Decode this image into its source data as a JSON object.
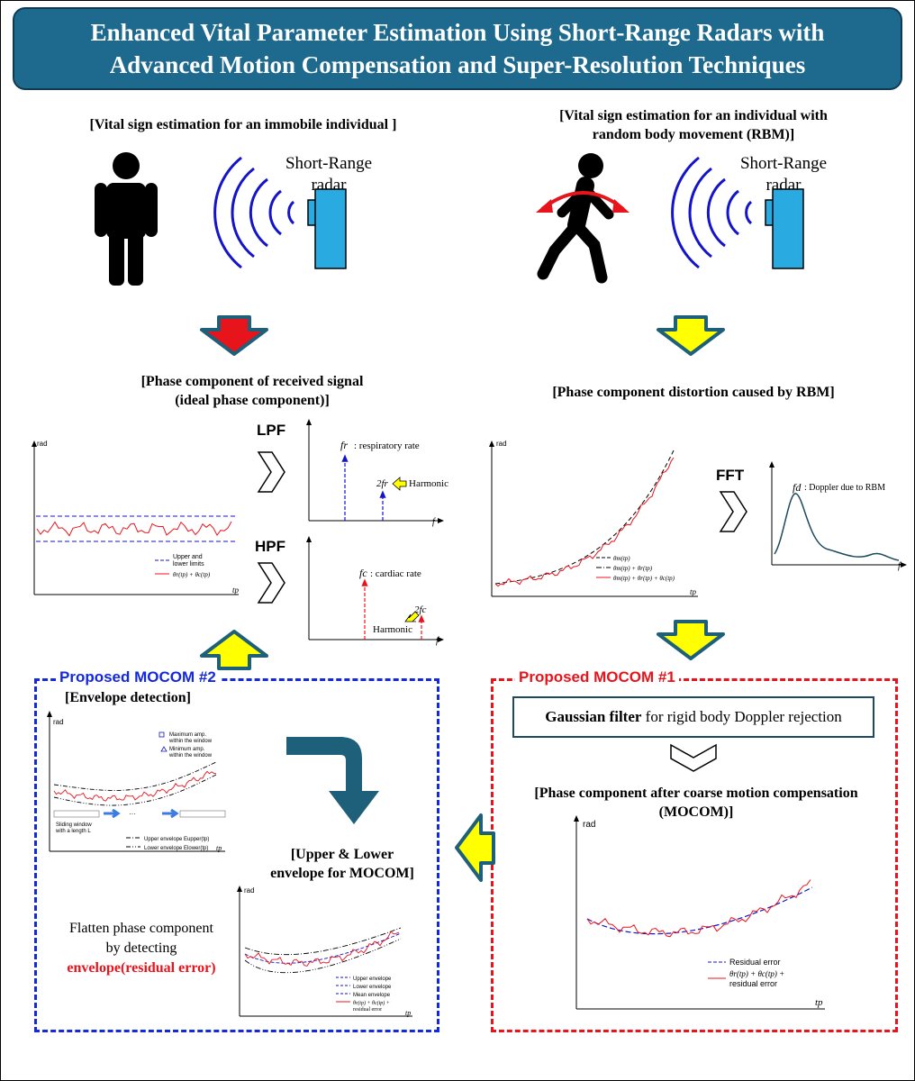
{
  "title": {
    "line1": "Enhanced Vital Parameter Estimation Using Short-Range Radars with",
    "line2": "Advanced Motion Compensation and Super-Resolution Techniques"
  },
  "left_scenario": {
    "heading": "[Vital sign estimation for an immobile individual ]",
    "radar_line1": "Short-Range",
    "radar_line2": "radar"
  },
  "right_scenario": {
    "heading_line1": "[Vital sign estimation for an individual with",
    "heading_line2": "random body movement (RBM)]",
    "radar_line1": "Short-Range",
    "radar_line2": "radar"
  },
  "ideal_phase": {
    "heading_line1": "[Phase component of received signal",
    "heading_line2": "(ideal phase component)]",
    "y_label": "rad",
    "legend_limits_line1": "Upper and",
    "legend_limits_line2": "lower limits",
    "legend_signal": "θr(tp) + θc(tp)",
    "x_label": "tp"
  },
  "filters": {
    "lpf": "LPF",
    "hpf": "HPF",
    "fft": "FFT"
  },
  "lpf_plot": {
    "fr_label": "fr",
    "fr_text": ": respiratory rate",
    "harmonic_symbol": "2fr",
    "harmonic_text": "Harmonic",
    "x_label": "f"
  },
  "hpf_plot": {
    "fc_label": "fc",
    "fc_text": ": cardiac rate",
    "harmonic_symbol": "2fc",
    "harmonic_text": "Harmonic",
    "x_label": "f"
  },
  "distortion": {
    "heading": "[Phase component distortion caused by RBM]",
    "y_label": "rad",
    "legend_1": "θm(tp)",
    "legend_2": "θm(tp) + θr(tp)",
    "legend_3": "θm(tp) + θr(tp) + θc(tp)",
    "x_label": "tp"
  },
  "fft_plot": {
    "fd_label": "fd",
    "fd_text": ": Doppler due to RBM",
    "x_label": "f"
  },
  "mocom1": {
    "title": "Proposed MOCOM #1",
    "gauss_bold": "Gaussian filter",
    "gauss_rest": " for rigid body Doppler rejection",
    "heading_line1": "[Phase component after coarse motion compensation",
    "heading_line2": "(MOCOM)]",
    "y_label": "rad",
    "legend_residual": "Residual error",
    "legend_signal_line1": "θr(tp) + θc(tp) +",
    "legend_signal_line2": "residual error",
    "x_label": "tp"
  },
  "mocom2": {
    "title": "Proposed MOCOM #2",
    "heading": "[Envelope detection]",
    "env_y_label": "rad",
    "max_line1": "Maximum amp.",
    "max_line2": "within the window",
    "min_line1": "Minimum amp.",
    "min_line2": "within the window",
    "ellipsis": "···",
    "sliding_line1": "Sliding window",
    "sliding_line2": "with a length L",
    "upper_env_legend": "Upper envelope Eupper(tp)",
    "lower_env_legend": "Lower envelope Elower(tp)",
    "env_x_label": "tp",
    "ul_heading_line1": "[Upper & Lower",
    "ul_heading_line2": "envelope for MOCOM]",
    "ul_y_label": "rad",
    "ul_legend_upper": "Upper envelope",
    "ul_legend_lower": "Lower envelope",
    "ul_legend_mean": "Mean envelope",
    "ul_legend_signal_line1": "θr(tp) + θc(tp) +",
    "ul_legend_signal_line2": "residual error",
    "ul_x_label": "tp",
    "flatten_line1": "Flatten phase component",
    "flatten_line2": "by detecting",
    "flatten_emph": "envelope(residual error)"
  },
  "colors": {
    "title_bg": "#1e6a8e",
    "radar_blue": "#29abe2",
    "wave_blue": "#1414c8",
    "arrow_red": "#e8141c",
    "arrow_yellow": "#ffff00",
    "mocom1_border": "#e8141c",
    "mocom2_border": "#1428dc",
    "big_arrow": "#1e5f7a"
  }
}
